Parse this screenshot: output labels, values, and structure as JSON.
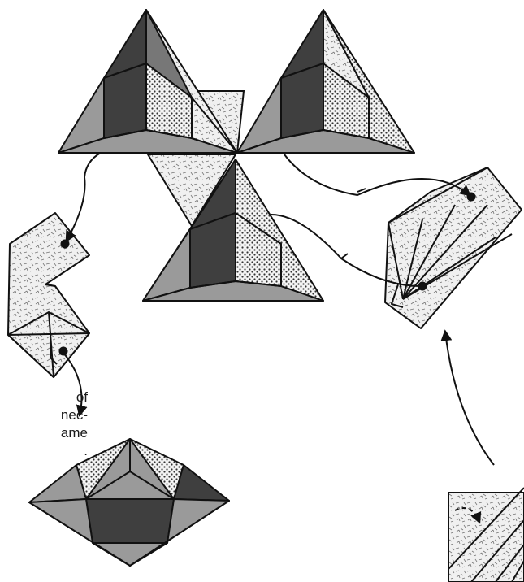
{
  "caption": {
    "line1": "of",
    "line2": "nec-",
    "line3": "ame",
    "line4": "."
  },
  "colors": {
    "dark_face": "#3f3f3f",
    "mid_face": "#9a9a9a",
    "dotted_face": "#e2e2e2",
    "paper_face": "#ececec",
    "outline": "#111111",
    "background": "#ffffff"
  },
  "elements": {
    "pyramid_left": "faceted-pyramid",
    "pyramid_right": "faceted-pyramid",
    "pyramid_bottom": "faceted-pyramid",
    "center_triangle_top": "textured-triangle",
    "center_triangle_bottom": "textured-triangle",
    "folded_strip": "folded-paper-unit",
    "fan_unit": "folded-paper-unit",
    "octahedron": "faceted-octahedron",
    "partial_square": "folded-paper-square"
  }
}
